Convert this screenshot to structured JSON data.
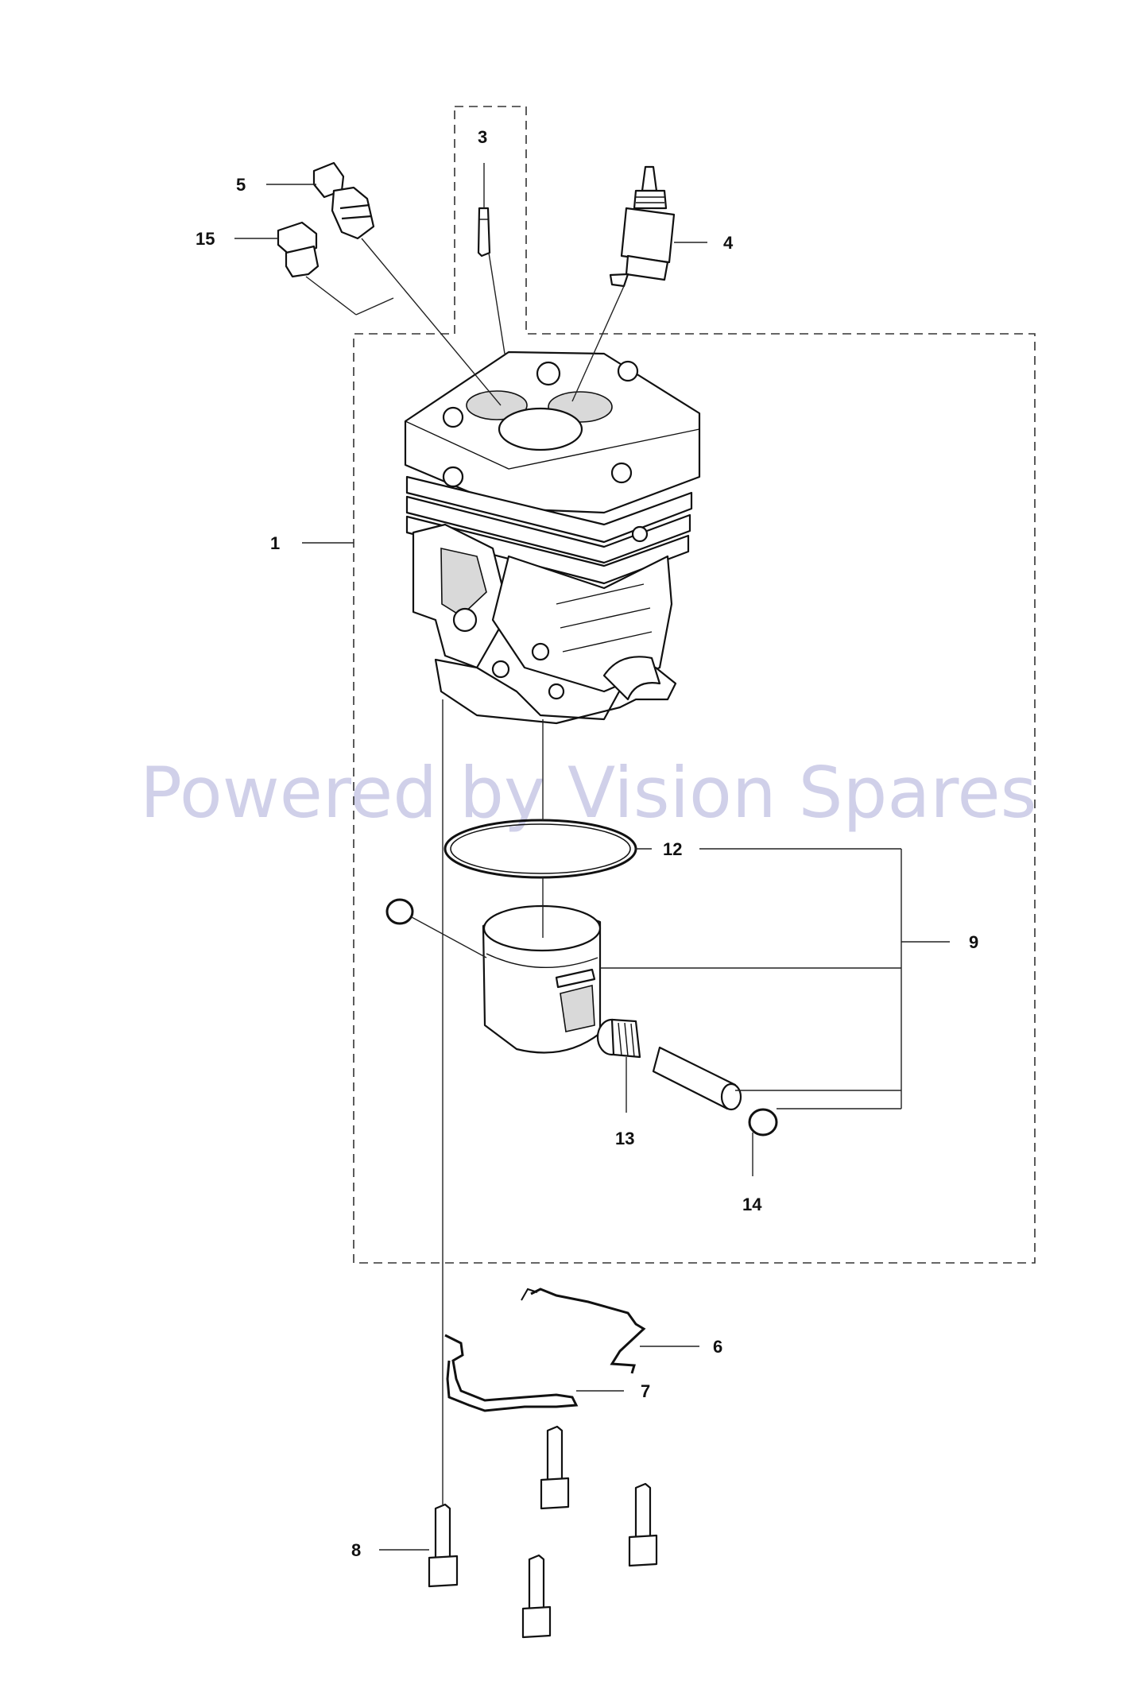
{
  "watermark": "Powered by Vision Spares",
  "callouts": {
    "c1": "1",
    "c3": "3",
    "c4": "4",
    "c5": "5",
    "c6": "6",
    "c7": "7",
    "c8": "8",
    "c9": "9",
    "c12": "12",
    "c13": "13",
    "c14": "14",
    "c15": "15"
  }
}
